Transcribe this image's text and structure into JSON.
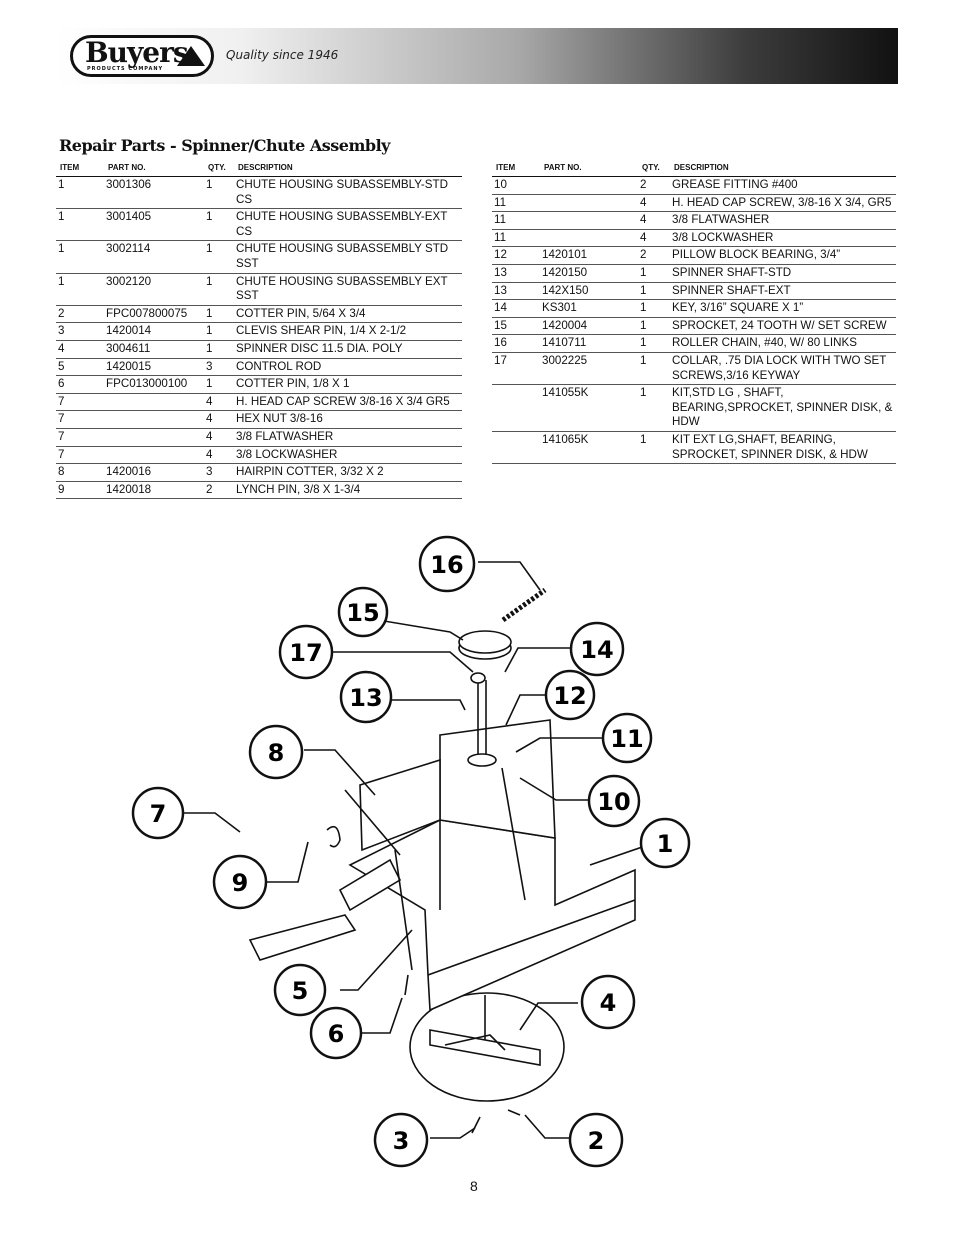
{
  "header": {
    "brand": "Buyers",
    "brand_sub": "PRODUCTS  COMPANY",
    "tagline": "Quality since 1946"
  },
  "title": "Repair Parts - Spinner/Chute Assembly",
  "columns": {
    "item": "ITEM",
    "part": "PART NO.",
    "qty": "QTY.",
    "desc": "DESCRIPTION"
  },
  "left_rows": [
    [
      "1",
      "3001306",
      "1",
      "CHUTE HOUSING SUBASSEMBLY-STD CS"
    ],
    [
      "1",
      "3001405",
      "1",
      "CHUTE HOUSING SUBASSEMBLY-EXT CS"
    ],
    [
      "1",
      "3002114",
      "1",
      "CHUTE HOUSING SUBASSEMBLY STD SST"
    ],
    [
      "1",
      "3002120",
      "1",
      "CHUTE HOUSING SUBASSEMBLY EXT SST"
    ],
    [
      "2",
      "FPC007800075",
      "1",
      "COTTER PIN, 5/64 X 3/4"
    ],
    [
      "3",
      "1420014",
      "1",
      "CLEVIS SHEAR PIN, 1/4 X 2-1/2"
    ],
    [
      "4",
      "3004611",
      "1",
      "SPINNER DISC 11.5 DIA. POLY"
    ],
    [
      "5",
      "1420015",
      "3",
      "CONTROL ROD"
    ],
    [
      "6",
      "FPC013000100",
      "1",
      "COTTER PIN, 1/8 X 1"
    ],
    [
      "7",
      "",
      "4",
      "H. HEAD CAP SCREW 3/8-16 X 3/4 GR5"
    ],
    [
      "7",
      "",
      "4",
      "HEX NUT 3/8-16"
    ],
    [
      "7",
      "",
      "4",
      "3/8 FLATWASHER"
    ],
    [
      "7",
      "",
      "4",
      "3/8 LOCKWASHER"
    ],
    [
      "8",
      "1420016",
      "3",
      "HAIRPIN COTTER, 3/32 X 2"
    ],
    [
      "9",
      "1420018",
      "2",
      "LYNCH PIN,  3/8 X 1-3/4"
    ]
  ],
  "right_rows": [
    [
      "10",
      "",
      "2",
      "GREASE FITTING #400"
    ],
    [
      "11",
      "",
      "4",
      "H. HEAD CAP SCREW, 3/8-16 X 3/4, GR5"
    ],
    [
      "11",
      "",
      "4",
      "3/8 FLATWASHER"
    ],
    [
      "11",
      "",
      "4",
      "3/8 LOCKWASHER"
    ],
    [
      "12",
      "1420101",
      "2",
      "PILLOW BLOCK BEARING, 3/4”"
    ],
    [
      "13",
      "1420150",
      "1",
      "SPINNER SHAFT-STD"
    ],
    [
      "13",
      "142X150",
      "1",
      "SPINNER SHAFT-EXT"
    ],
    [
      "14",
      "KS301",
      "1",
      "KEY, 3/16” SQUARE X 1”"
    ],
    [
      "15",
      "1420004",
      "1",
      "SPROCKET, 24 TOOTH W/ SET SCREW"
    ],
    [
      "16",
      "1410711",
      "1",
      "ROLLER CHAIN, #40, W/ 80 LINKS"
    ],
    [
      "17",
      "3002225",
      "1",
      "COLLAR, .75 DIA LOCK WITH TWO SET SCREWS,3/16 KEYWAY"
    ],
    [
      "",
      "141055K",
      "1",
      "KIT,STD LG , SHAFT, BEARING,SPROCKET, SPINNER DISK, & HDW"
    ],
    [
      "",
      "141065K",
      "1",
      "KIT EXT LG,SHAFT, BEARING, SPROCKET, SPINNER DISK, & HDW"
    ]
  ],
  "callouts": [
    "1",
    "2",
    "3",
    "4",
    "5",
    "6",
    "7",
    "8",
    "9",
    "10",
    "11",
    "12",
    "13",
    "14",
    "15",
    "16",
    "17"
  ],
  "page_number": "8"
}
